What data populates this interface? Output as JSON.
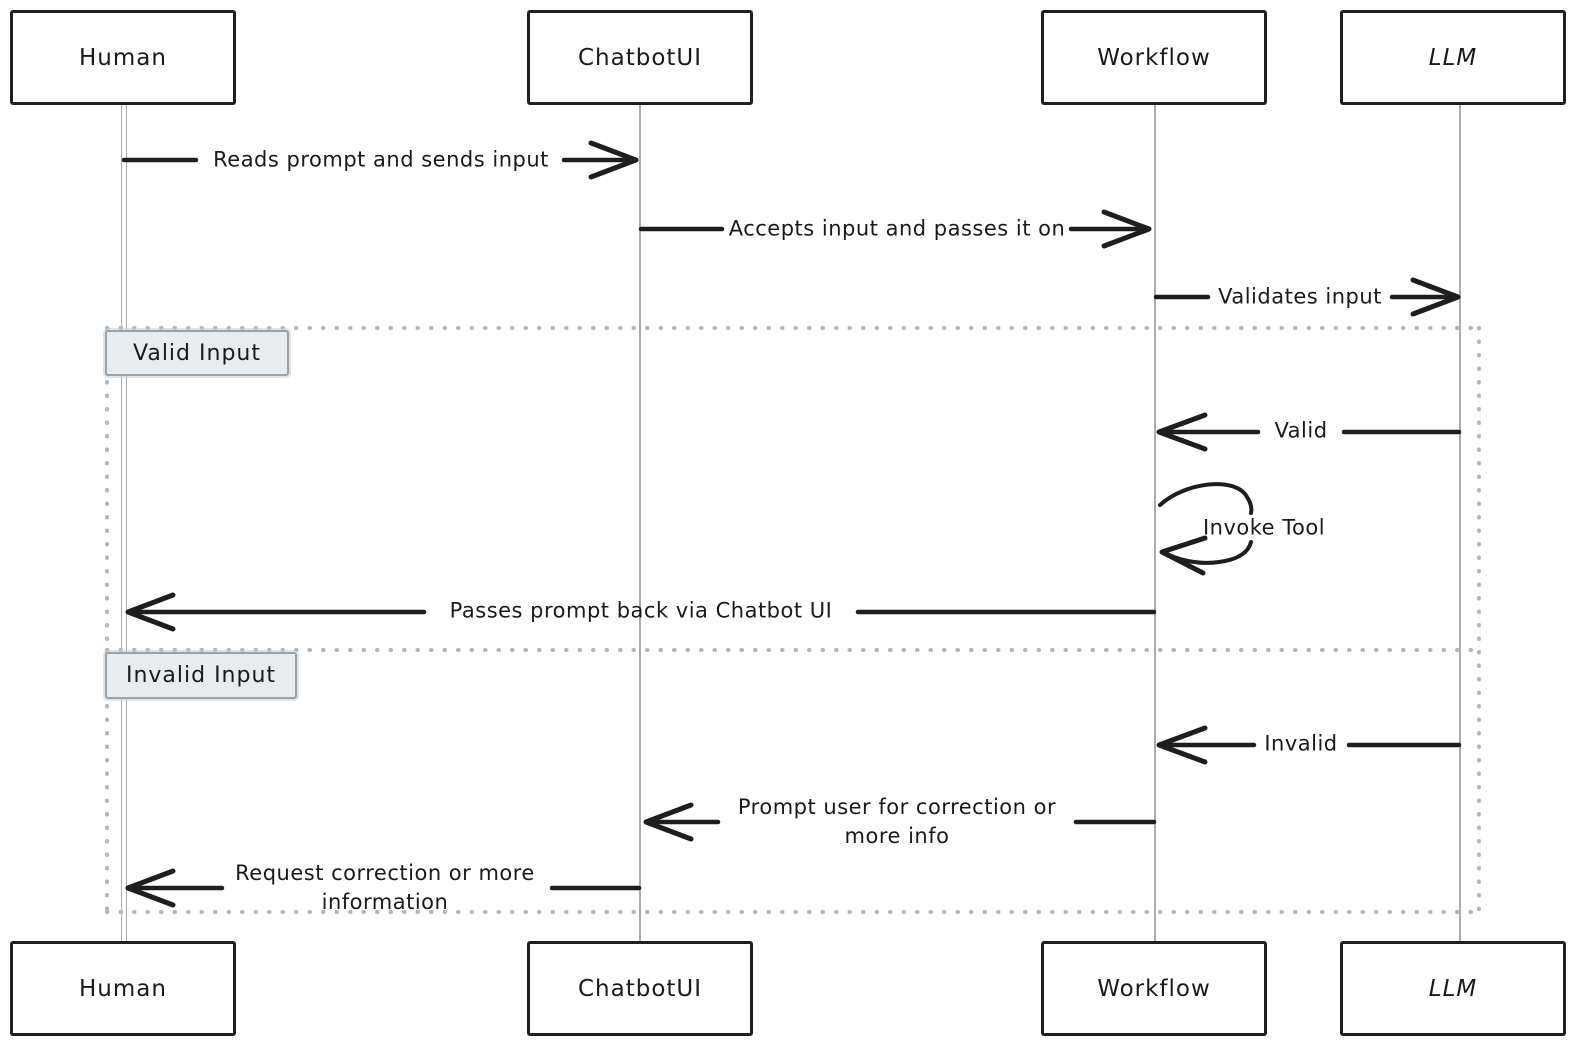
{
  "diagram": {
    "type": "sequence-diagram",
    "actors": [
      {
        "name": "Human"
      },
      {
        "name": "ChatbotUI"
      },
      {
        "name": "Workflow"
      },
      {
        "name": "LLM"
      }
    ],
    "messages": [
      {
        "from": "Human",
        "to": "ChatbotUI",
        "label": "Reads prompt and sends input"
      },
      {
        "from": "ChatbotUI",
        "to": "Workflow",
        "label": "Accepts input and passes it on"
      },
      {
        "from": "Workflow",
        "to": "LLM",
        "label": "Validates input"
      },
      {
        "from": "LLM",
        "to": "Workflow",
        "label": "Valid",
        "section": "Valid Input"
      },
      {
        "from": "Workflow",
        "to": "Workflow",
        "label": "Invoke Tool",
        "section": "Valid Input"
      },
      {
        "from": "Workflow",
        "to": "Human",
        "label": "Passes prompt back via Chatbot UI",
        "section": "Valid Input"
      },
      {
        "from": "LLM",
        "to": "Workflow",
        "label": "Invalid",
        "section": "Invalid Input"
      },
      {
        "from": "Workflow",
        "to": "ChatbotUI",
        "label": "Prompt user for correction or more info",
        "section": "Invalid Input"
      },
      {
        "from": "ChatbotUI",
        "to": "Human",
        "label": "Request correction or more information",
        "section": "Invalid Input"
      }
    ],
    "sections": [
      {
        "label": "Valid Input"
      },
      {
        "label": "Invalid Input"
      }
    ],
    "colors": {
      "stroke": "#1e1e1e",
      "lifeline": "#a9adb1",
      "frame_dots": "#aeb7bf",
      "section_fill": "#e9ecee",
      "section_border": "#98a2aa",
      "background": "#ffffff"
    }
  }
}
